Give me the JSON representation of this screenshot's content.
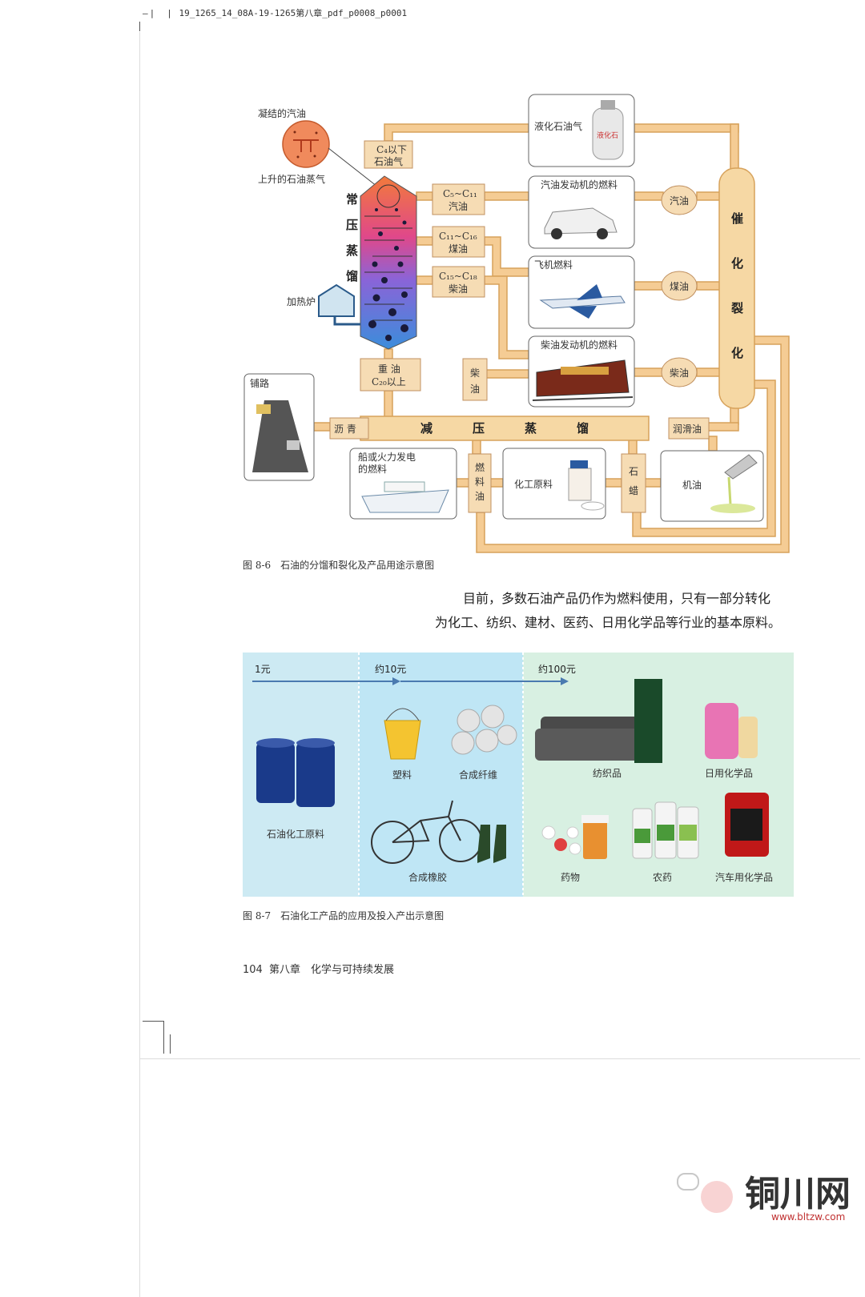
{
  "header": {
    "file_name": "19_1265_14_08A-19-1265第八章_pdf_p0008_p0001"
  },
  "fig1": {
    "tower_label": [
      "常",
      "压",
      "蒸",
      "馏"
    ],
    "condensed": "凝结的汽油",
    "vapor": "上升的石油蒸气",
    "furnace": "加热炉",
    "fr_lpg": [
      "C₄以下",
      "石油气"
    ],
    "fr_gasoline": [
      "C₅~C₁₁",
      "汽油"
    ],
    "fr_kerosene": [
      "C₁₁~C₁₆",
      "煤油"
    ],
    "fr_diesel": [
      "C₁₅~C₁₈",
      "柴油"
    ],
    "fr_heavy": [
      "重 油",
      "C₂₀以上"
    ],
    "lpg_box": "液化石油气",
    "car_box": "汽油发动机的燃料",
    "plane_box": "飞机燃料",
    "train_box": "柴油发动机的燃料",
    "cracking": [
      "催",
      "化",
      "裂",
      "化"
    ],
    "crack_gasoline": "汽油",
    "crack_kerosene": "煤油",
    "crack_diesel": "柴油",
    "vacuum": [
      "减",
      "压",
      "蒸",
      "馏"
    ],
    "asphalt": "沥 青",
    "paving": "铺路",
    "vac_diesel": [
      "柴",
      "油"
    ],
    "lubricant": "润滑油",
    "fuel_oil": [
      "燃",
      "料",
      "油"
    ],
    "ship_box": [
      "船或火力发电",
      "的燃料"
    ],
    "chem_box": "化工原料",
    "wax": [
      "石",
      "蜡"
    ],
    "engine_oil": "机油",
    "caption": "图 8-6　石油的分馏和裂化及产品用途示意图"
  },
  "paragraph": {
    "line1": "目前，多数石油产品仍作为燃料使用，只有一部分转化",
    "line2": "为化工、纺织、建材、医药、日用化学品等行业的基本原料。"
  },
  "fig2": {
    "v1": "1元",
    "v2": "约10元",
    "v3": "约100元",
    "raw": "石油化工原料",
    "plastic": "塑料",
    "fiber": "合成纤维",
    "rubber": "合成橡胶",
    "textile": "纺织品",
    "daily": "日用化学品",
    "medicine": "药物",
    "pesticide": "农药",
    "auto": "汽车用化学品",
    "caption": "图 8-7　石油化工产品的应用及投入产出示意图",
    "colors": {
      "panel1": "#cdeaf3",
      "panel2": "#bfe6f5",
      "panel3": "#d8f0e2"
    }
  },
  "footer": {
    "page": "104",
    "chapter": "第八章　化学与可持续发展"
  },
  "watermark": {
    "site": "铜川网",
    "url": "www.bltzw.com"
  }
}
